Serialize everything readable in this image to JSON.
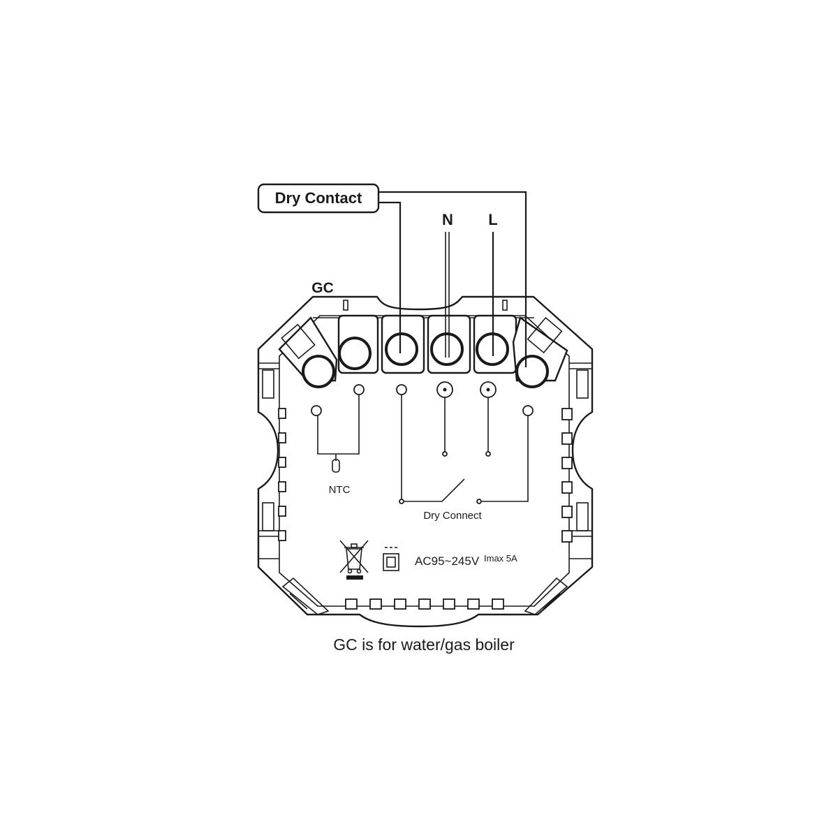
{
  "labels": {
    "dry_contact": "Dry Contact",
    "n": "N",
    "l": "L",
    "gc": "GC",
    "ntc": "NTC",
    "dry_connect": "Dry Connect",
    "voltage": "AC95~245V",
    "imax": "Imax 5A",
    "caption": "GC is for water/gas boiler"
  },
  "colors": {
    "line": "#1a1a1a",
    "background": "#ffffff"
  },
  "icons": {
    "weee": "crossed-out-wheelie-bin-icon",
    "class_ii": "double-insulation-square-icon"
  }
}
